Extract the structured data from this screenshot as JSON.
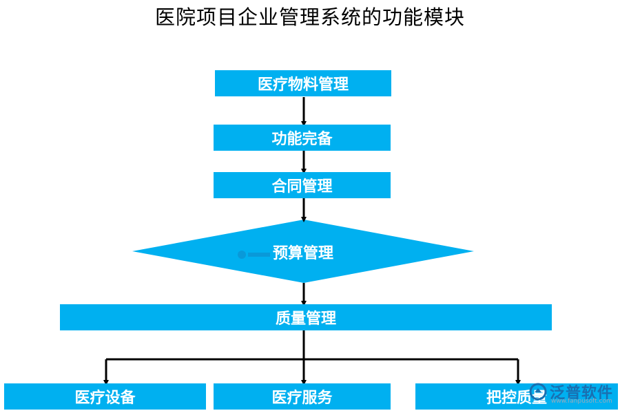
{
  "title": "医院项目企业管理系统的功能模块",
  "nodes": {
    "materials": "医疗物料管理",
    "functions": "功能完备",
    "contract": "合同管理",
    "budget": "预算管理",
    "quality": "质量管理",
    "equipment": "医疗设备",
    "service": "医疗服务",
    "quality_control": "把控质量"
  },
  "colors": {
    "node_fill": "#00b0f0",
    "arrow": "#000000",
    "logo": "#1a6fb0"
  },
  "watermark": {
    "brand": "泛普软件",
    "url": "www.fanpusoft.com"
  }
}
